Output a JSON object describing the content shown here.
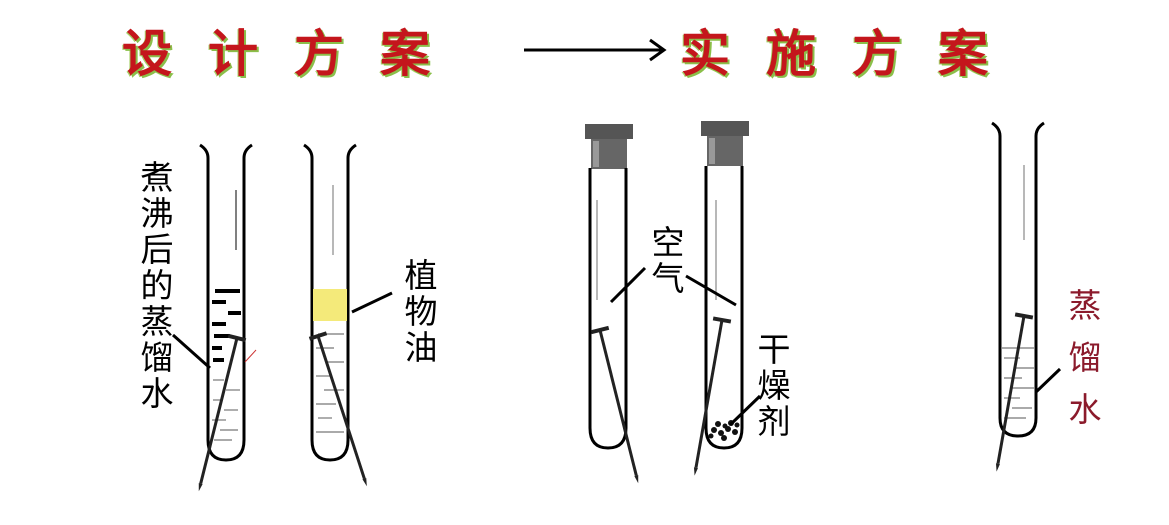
{
  "title_left": "设计方案",
  "title_right": "实施方案",
  "labels": {
    "boiled_water": "煮沸后的蒸馏水",
    "plant_oil": "植物油",
    "air": "空气",
    "desiccant": "干燥剂",
    "distilled_water": "蒸馏水"
  },
  "colors": {
    "title": "#c4161c",
    "title_shadow": "#8bbf4a",
    "oil": "#f4ea7a",
    "red_label": "#8b1a2b"
  }
}
